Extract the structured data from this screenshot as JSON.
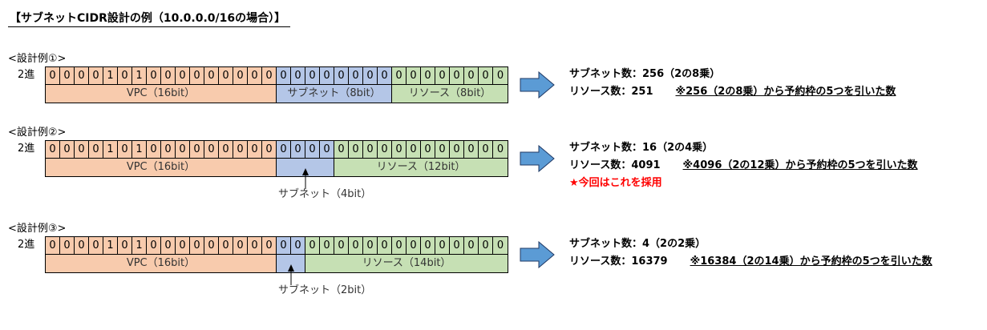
{
  "title": "【サブネットCIDR設計の例（10.0.0.0/16の場合）】",
  "row_label": "2進",
  "colors": {
    "vpc": "#f8cbad",
    "subnet": "#b4c6e7",
    "resource": "#c6e0b4",
    "arrow": "#5b9bd5",
    "adopt": "#ff0000"
  },
  "examples": [
    {
      "label": "<設計例①>",
      "bits": [
        "0",
        "0",
        "0",
        "0",
        "1",
        "0",
        "1",
        "0",
        "0",
        "0",
        "0",
        "0",
        "0",
        "0",
        "0",
        "0",
        "0",
        "0",
        "0",
        "0",
        "0",
        "0",
        "0",
        "0",
        "0",
        "0",
        "0",
        "0",
        "0",
        "0",
        "0",
        "0"
      ],
      "vpc_bits": 16,
      "subnet_bits": 8,
      "resource_bits": 8,
      "vpc_label": "VPC（16bit）",
      "subnet_label": "サブネット（8bit）",
      "resource_label": "リソース（8bit）",
      "subnet_count": "サブネット数：256（2の8乗）",
      "resource_count": "リソース数：251",
      "note": "※256（2の8乗）から予約枠の5つを引いた数"
    },
    {
      "label": "<設計例②>",
      "bits": [
        "0",
        "0",
        "0",
        "0",
        "1",
        "0",
        "1",
        "0",
        "0",
        "0",
        "0",
        "0",
        "0",
        "0",
        "0",
        "0",
        "0",
        "0",
        "0",
        "0",
        "0",
        "0",
        "0",
        "0",
        "0",
        "0",
        "0",
        "0",
        "0",
        "0",
        "0",
        "0"
      ],
      "vpc_bits": 16,
      "subnet_bits": 4,
      "resource_bits": 12,
      "vpc_label": "VPC（16bit）",
      "subnet_label": "サブネット（4bit）",
      "resource_label": "リソース（12bit）",
      "subnet_count": "サブネット数：16（2の4乗）",
      "resource_count": "リソース数：4091",
      "note": "※4096（2の12乗）から予約枠の5つを引いた数",
      "adopted": "★今回はこれを採用"
    },
    {
      "label": "<設計例③>",
      "bits": [
        "0",
        "0",
        "0",
        "0",
        "1",
        "0",
        "1",
        "0",
        "0",
        "0",
        "0",
        "0",
        "0",
        "0",
        "0",
        "0",
        "0",
        "0",
        "0",
        "0",
        "0",
        "0",
        "0",
        "0",
        "0",
        "0",
        "0",
        "0",
        "0",
        "0",
        "0",
        "0"
      ],
      "vpc_bits": 16,
      "subnet_bits": 2,
      "resource_bits": 14,
      "vpc_label": "VPC（16bit）",
      "subnet_label": "サブネット（2bit）",
      "resource_label": "リソース（14bit）",
      "subnet_count": "サブネット数：4（2の2乗）",
      "resource_count": "リソース数：16379",
      "note": "※16384（2の14乗）から予約枠の5つを引いた数"
    }
  ]
}
